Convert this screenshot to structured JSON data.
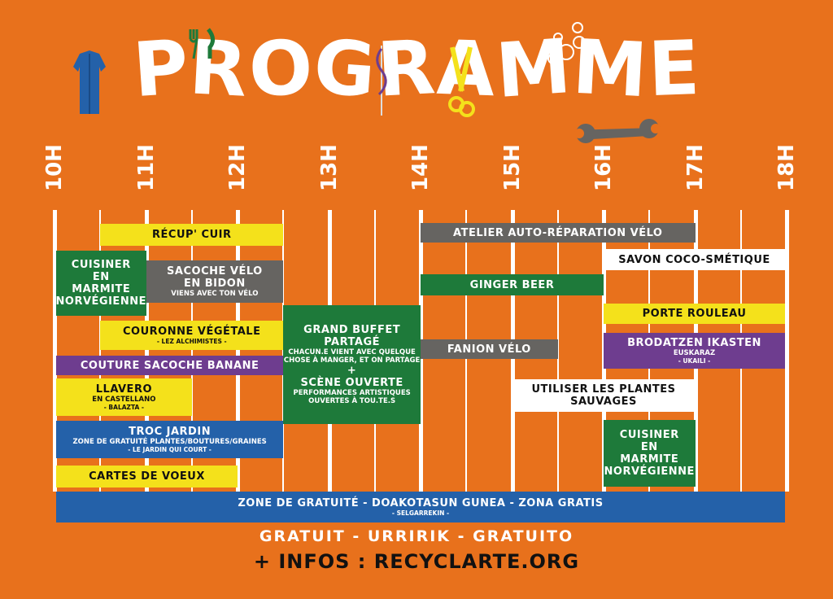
{
  "title": {
    "letters": [
      "P",
      "R",
      "O",
      "G",
      "R",
      "A",
      "M",
      "M",
      "E"
    ],
    "text": "PROGRAMME"
  },
  "hours": [
    "10H",
    "11H",
    "12H",
    "13H",
    "14H",
    "15H",
    "16H",
    "17H",
    "18H"
  ],
  "colors": {
    "background": "#e8711c",
    "yellow": "#f4e11b",
    "green": "#1e7a3a",
    "grey": "#666461",
    "purple": "#6e3d8f",
    "blue": "#2461a9",
    "white": "#ffffff"
  },
  "events": [
    {
      "id": "recup-cuir",
      "color": "yellow",
      "start": 10.5,
      "end": 12.5,
      "lines": [
        "RÉCUP' CUIR"
      ]
    },
    {
      "id": "cuisiner-1",
      "color": "green",
      "start": 10,
      "end": 11,
      "lines": [
        "CUISINER",
        "EN",
        "MARMITE",
        "NORVÉGIENNE"
      ]
    },
    {
      "id": "sacoche-velo",
      "color": "grey",
      "start": 11,
      "end": 12.5,
      "lines": [
        "SACOCHE VÉLO",
        "EN BIDON"
      ],
      "sub": "VIENS AVEC TON VÉLO"
    },
    {
      "id": "couronne",
      "color": "yellow",
      "start": 10.5,
      "end": 12.5,
      "lines": [
        "COURONNE VÉGÉTALE"
      ],
      "note": "- LEZ ALCHIMISTES -"
    },
    {
      "id": "couture",
      "color": "purple",
      "start": 10,
      "end": 12.5,
      "lines": [
        "COUTURE SACOCHE BANANE"
      ]
    },
    {
      "id": "llavero",
      "color": "yellow",
      "start": 10,
      "end": 11.5,
      "lines": [
        "LLAVERO"
      ],
      "sub": "EN CASTELLANO",
      "note": "- BALAZTA -"
    },
    {
      "id": "troc",
      "color": "blue",
      "start": 10,
      "end": 12.5,
      "lines": [
        "TROC JARDIN"
      ],
      "sub": "ZONE DE GRATUITÉ PLANTES/BOUTURES/GRAINES",
      "note": "- LE JARDIN QUI COURT -"
    },
    {
      "id": "cartes",
      "color": "yellow",
      "start": 10,
      "end": 12,
      "lines": [
        "CARTES DE VOEUX"
      ]
    },
    {
      "id": "buffet",
      "color": "green",
      "start": 12.5,
      "end": 14,
      "lines": [
        "GRAND BUFFET",
        "PARTAGÉ"
      ],
      "sub": "CHACUN.E VIENT AVEC QUELQUE CHOSE À MANGER, ET ON PARTAGE",
      "plus": "+",
      "lines2": [
        "SCÈNE OUVERTE"
      ],
      "sub2": "PERFORMANCES ARTISTIQUES OUVERTES À TOU.TE.S"
    },
    {
      "id": "atelier-velo",
      "color": "grey",
      "start": 14,
      "end": 17,
      "lines": [
        "ATELIER AUTO-RÉPARATION VÉLO"
      ]
    },
    {
      "id": "savon",
      "color": "white",
      "start": 16,
      "end": 18,
      "lines": [
        "SAVON COCO-SMÉTIQUE"
      ]
    },
    {
      "id": "ginger",
      "color": "green",
      "start": 14,
      "end": 16,
      "lines": [
        "GINGER BEER"
      ]
    },
    {
      "id": "porte",
      "color": "yellow",
      "start": 16,
      "end": 18,
      "lines": [
        "PORTE ROULEAU"
      ]
    },
    {
      "id": "brodatzen",
      "color": "purple",
      "start": 16,
      "end": 18,
      "lines": [
        "BRODATZEN IKASTEN"
      ],
      "sub": "EUSKARAZ",
      "note": "- UKAILI -"
    },
    {
      "id": "fanion",
      "color": "grey",
      "start": 14,
      "end": 15.5,
      "lines": [
        "FANION VÉLO"
      ]
    },
    {
      "id": "plantes",
      "color": "white",
      "start": 15,
      "end": 17,
      "lines": [
        "UTILISER LES PLANTES",
        "SAUVAGES"
      ]
    },
    {
      "id": "cuisiner-2",
      "color": "green",
      "start": 16,
      "end": 17,
      "lines": [
        "CUISINER",
        "EN",
        "MARMITE",
        "NORVÉGIENNE"
      ]
    },
    {
      "id": "zone-gratuite",
      "color": "blue",
      "start": 10,
      "end": 18,
      "lines": [
        "ZONE DE GRATUITÉ - DOAKOTASUN GUNEA - ZONA GRATIS"
      ],
      "note": "- SELGARREKIN -"
    }
  ],
  "footer": {
    "line1": "GRATUIT - URRIRIK - GRATUITO",
    "line2": "+ INFOS : RECYCLARTE.ORG"
  },
  "icons": [
    "shirt-icon",
    "fork-knife-icon",
    "needle-thread-icon",
    "scissors-icon",
    "bubbles-icon",
    "wrench-icon"
  ]
}
